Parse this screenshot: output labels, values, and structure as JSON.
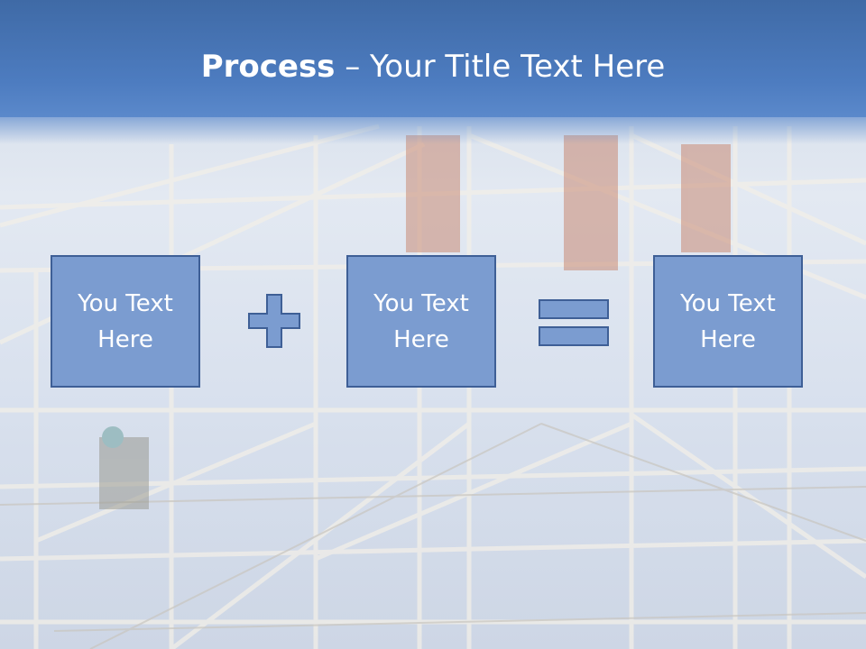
{
  "title": {
    "bold": "Process",
    "rest": " – Your Title Text Here"
  },
  "boxes": [
    {
      "text": "You Text Here"
    },
    {
      "text": "You Text Here"
    },
    {
      "text": "You Text Here"
    }
  ],
  "operators": {
    "plus_icon": "plus-icon",
    "equals_icon": "equals-icon"
  },
  "colors": {
    "header": "#4d7cc0",
    "box_fill": "#7b9cd0",
    "box_border": "#3e5f96",
    "text": "#ffffff"
  }
}
